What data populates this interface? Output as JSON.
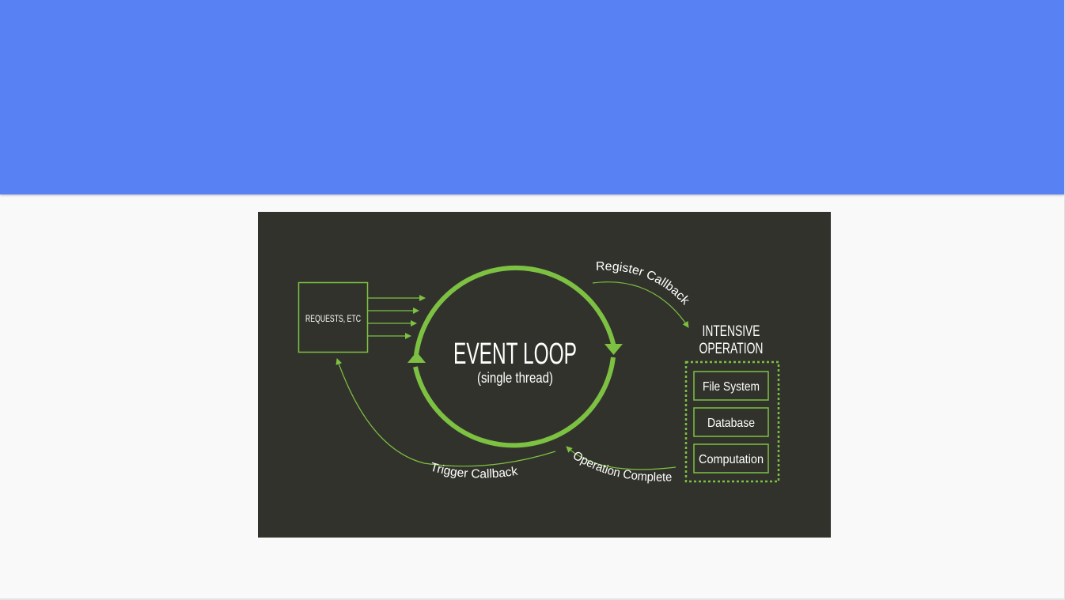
{
  "colors": {
    "banner": "#5882f4",
    "page_background": "#f9f9f9",
    "diagram_background": "#32322c",
    "accent_green": "#7dc142",
    "text": "#ffffff"
  },
  "diagram": {
    "requests_label": "REQUESTS, ETC",
    "event_loop_title": "EVENT LOOP",
    "event_loop_subtitle": "(single thread)",
    "register_callback": "Register Callback",
    "intensive_operation_line1": "INTENSIVE",
    "intensive_operation_line2": "OPERATION",
    "operations": [
      "File System",
      "Database",
      "Computation"
    ],
    "operation_complete": "Operation Complete",
    "trigger_callback": "Trigger Callback"
  }
}
